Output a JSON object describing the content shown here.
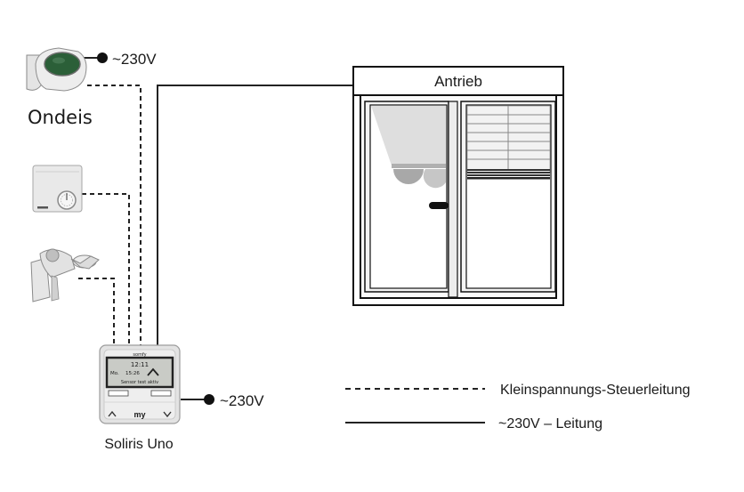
{
  "sensor_ondeis": {
    "label": "Ondeis",
    "supply": "~230V"
  },
  "actuator": {
    "label": "Antrieb"
  },
  "controller": {
    "label": "Soliris Uno",
    "supply": "~230V",
    "brand": "somfy",
    "display_time": "12:11",
    "display_day": "Mo.",
    "display_temp": "15:26",
    "display_status": "Sensor test aktiv",
    "btn_up": "^",
    "btn_my": "my",
    "btn_down": "v"
  },
  "legend": {
    "dashed_label": "Kleinspannungs-Steuerleitung",
    "solid_label": "~230V – Leitung"
  }
}
